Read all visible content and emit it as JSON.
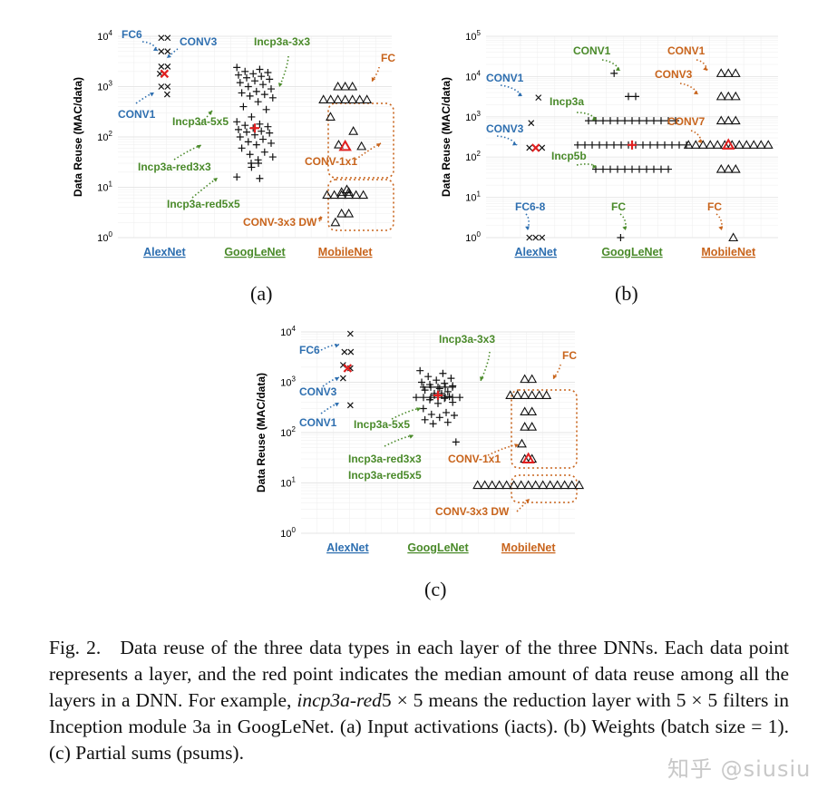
{
  "chart_data": [
    {
      "type": "scatter",
      "panel_label": "(a)",
      "ylabel": "Data Reuse (MAC/data)",
      "yscale": "log",
      "ylim": [
        1,
        10000
      ],
      "ytick_labels": [
        "10^0",
        "10^1",
        "10^2",
        "10^3",
        "10^4"
      ],
      "grid": true,
      "categories": [
        {
          "name": "AlexNet",
          "color": "#2e6fb0",
          "marker": "x"
        },
        {
          "name": "GoogLeNet",
          "color": "#4a8a2a",
          "marker": "+"
        },
        {
          "name": "MobileNet",
          "color": "#c8641c",
          "marker": "triangle"
        }
      ],
      "series": [
        {
          "name": "AlexNet",
          "values": [
            9300,
            9300,
            5000,
            5000,
            2500,
            2500,
            1000,
            1000,
            700,
            1800
          ]
        },
        {
          "name": "GoogLeNet",
          "values": [
            2400,
            2200,
            2000,
            1900,
            1800,
            1700,
            1600,
            1500,
            1400,
            1300,
            1200,
            1100,
            1000,
            900,
            800,
            750,
            700,
            650,
            600,
            500,
            400,
            350,
            250,
            200,
            180,
            170,
            160,
            150,
            140,
            130,
            125,
            120,
            110,
            100,
            90,
            80,
            75,
            70,
            60,
            50,
            45,
            40,
            35,
            30,
            30,
            25,
            16,
            15
          ]
        },
        {
          "name": "MobileNet",
          "values": [
            1000,
            1000,
            1000,
            550,
            550,
            550,
            550,
            550,
            550,
            550,
            250,
            130,
            70,
            65,
            9,
            8,
            8,
            7,
            7,
            7,
            7,
            7,
            7,
            3,
            3,
            2
          ]
        }
      ],
      "medians": {
        "AlexNet": 1800,
        "GoogLeNet": 150,
        "MobileNet": 65
      },
      "annotations": [
        "FC6",
        "CONV3",
        "CONV1",
        "Incp3a-3x3",
        "Incp3a-5x5",
        "Incp3a-red3x3",
        "Incp3a-red5x5",
        "FC",
        "CONV-1x1",
        "CONV-3x3 DW"
      ]
    },
    {
      "type": "scatter",
      "panel_label": "(b)",
      "ylabel": "Data Reuse (MAC/data)",
      "yscale": "log",
      "ylim": [
        1,
        100000
      ],
      "ytick_labels": [
        "10^0",
        "10^1",
        "10^2",
        "10^3",
        "10^4",
        "10^5"
      ],
      "grid": true,
      "categories": [
        {
          "name": "AlexNet",
          "color": "#2e6fb0",
          "marker": "x"
        },
        {
          "name": "GoogLeNet",
          "color": "#4a8a2a",
          "marker": "+"
        },
        {
          "name": "MobileNet",
          "color": "#c8641c",
          "marker": "triangle"
        }
      ],
      "series": [
        {
          "name": "AlexNet",
          "values": [
            3000,
            700,
            170,
            170,
            170,
            1,
            1,
            1
          ]
        },
        {
          "name": "GoogLeNet",
          "values": [
            12000,
            3200,
            3200,
            800,
            800,
            800,
            800,
            800,
            800,
            800,
            800,
            800,
            800,
            800,
            800,
            800,
            200,
            200,
            200,
            200,
            200,
            200,
            200,
            200,
            200,
            200,
            200,
            200,
            200,
            200,
            200,
            200,
            50,
            50,
            50,
            50,
            50,
            50,
            50,
            50,
            50,
            50,
            50,
            1
          ]
        },
        {
          "name": "MobileNet",
          "values": [
            12000,
            12000,
            12000,
            3200,
            3200,
            3200,
            800,
            800,
            800,
            200,
            200,
            200,
            200,
            200,
            200,
            200,
            200,
            200,
            200,
            200,
            200,
            50,
            50,
            50,
            1
          ]
        }
      ],
      "medians": {
        "AlexNet": 170,
        "GoogLeNet": 200,
        "MobileNet": 200
      },
      "annotations": [
        "CONV1",
        "CONV3",
        "FC6-8",
        "CONV1",
        "Incp3a",
        "Incp5b",
        "FC",
        "CONV1",
        "CONV3",
        "CONV7",
        "FC"
      ]
    },
    {
      "type": "scatter",
      "panel_label": "(c)",
      "ylabel": "Data Reuse (MAC/data)",
      "yscale": "log",
      "ylim": [
        1,
        10000
      ],
      "ytick_labels": [
        "10^0",
        "10^1",
        "10^2",
        "10^3",
        "10^4"
      ],
      "grid": true,
      "categories": [
        {
          "name": "AlexNet",
          "color": "#2e6fb0",
          "marker": "x"
        },
        {
          "name": "GoogLeNet",
          "color": "#4a8a2a",
          "marker": "+"
        },
        {
          "name": "MobileNet",
          "color": "#c8641c",
          "marker": "triangle"
        }
      ],
      "series": [
        {
          "name": "AlexNet",
          "values": [
            9200,
            4000,
            4000,
            2200,
            1900,
            1200,
            350
          ]
        },
        {
          "name": "GoogLeNet",
          "values": [
            1700,
            1500,
            1300,
            1200,
            1100,
            1000,
            950,
            900,
            850,
            800,
            800,
            800,
            800,
            800,
            750,
            700,
            650,
            600,
            600,
            550,
            550,
            520,
            500,
            500,
            500,
            500,
            500,
            500,
            500,
            480,
            450,
            400,
            380,
            300,
            250,
            230,
            220,
            200,
            180,
            160,
            150,
            65
          ]
        },
        {
          "name": "MobileNet",
          "values": [
            1150,
            1150,
            550,
            550,
            550,
            550,
            550,
            550,
            260,
            260,
            130,
            130,
            60,
            30,
            30,
            9,
            9,
            9,
            9,
            9,
            9,
            9,
            9,
            9,
            9,
            9,
            9,
            9,
            9,
            9
          ]
        }
      ],
      "medians": {
        "AlexNet": 1900,
        "GoogLeNet": 550,
        "MobileNet": 30
      },
      "annotations": [
        "FC6",
        "CONV3",
        "CONV1",
        "Incp3a-3x3",
        "Incp3a-5x5",
        "Incp3a-red3x3",
        "Incp3a-red5x5",
        "FC",
        "CONV-1x1",
        "CONV-3x3 DW"
      ]
    }
  ],
  "captions": {
    "a": "(a)",
    "b": "(b)",
    "c": "(c)"
  },
  "caption": {
    "fig": "Fig. 2.",
    "part1": "Data reuse of the three data types in each layer of the three DNNs. Each data point represents a layer, and the red point indicates the median amount of data reuse among all the layers in a DNN. For example,",
    "em1": "incp3a-red",
    "part2": "5 × 5 means the reduction layer with 5 × 5 filters in Inception module 3a in GoogLeNet. (a) Input activations (iacts). (b) Weights (batch size = 1). (c) Partial sums (psums)."
  },
  "watermark": "知乎 @siusiu",
  "colors": {
    "alexnet": "#2e6fb0",
    "googlenet": "#4a8a2a",
    "mobilenet": "#c8641c",
    "median": "#e02020",
    "grid": "#e6e6e6"
  }
}
